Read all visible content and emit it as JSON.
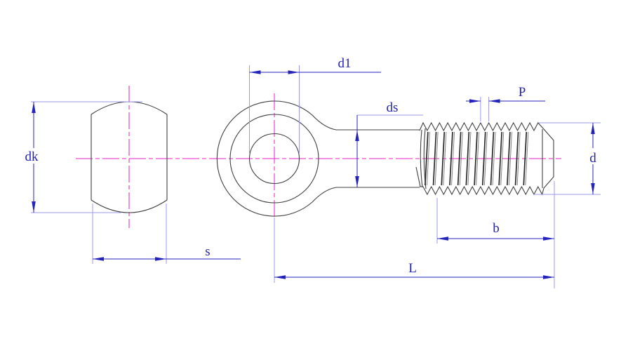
{
  "drawing": {
    "kind": "technical-dimension-drawing",
    "labels": {
      "dk": "dk",
      "s": "s",
      "d1": "d1",
      "ds": "ds",
      "p": "P",
      "d": "d",
      "b": "b",
      "l": "L"
    },
    "views": [
      {
        "name": "head-side-view",
        "dimension_labels": [
          "dk",
          "s"
        ]
      },
      {
        "name": "eye-bolt-front-view",
        "dimension_labels": [
          "d1",
          "ds",
          "P",
          "d",
          "b",
          "L"
        ]
      }
    ],
    "colors": {
      "background": "#ffffff",
      "outline": "#3f3f3f",
      "centerline": "#e821c9",
      "dimension": "#2323bb",
      "extension": "#9a9ae8"
    }
  }
}
